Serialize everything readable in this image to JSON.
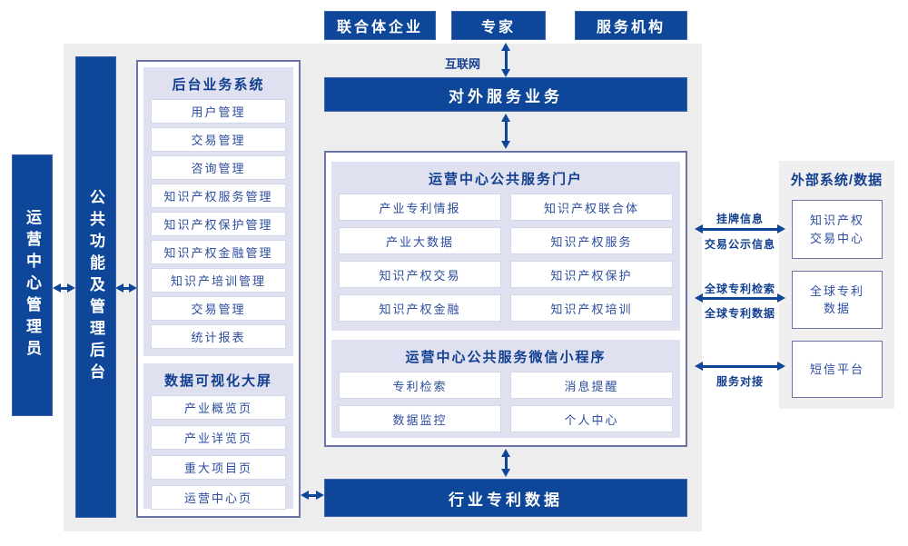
{
  "colors": {
    "primary_blue": "#0e4799",
    "panel_gray": "#ededee",
    "group_lavender": "#dfe1f0",
    "box_border": "#6b74a6",
    "text_blue": "#2d4d9f"
  },
  "top_actors": {
    "union_enterprise": "联合体企业",
    "expert": "专家",
    "service_org": "服务机构"
  },
  "network": {
    "internet_label": "互联网"
  },
  "bars": {
    "external_service": "对外服务业务",
    "industry_patent_data": "行业专利数据"
  },
  "left_rails": {
    "operator_admin": "运营中心管理员",
    "common_functions": "公共功能及管理后台"
  },
  "backend_panel": {
    "system": {
      "title": "后台业务系统",
      "items": [
        "用户管理",
        "交易管理",
        "咨询管理",
        "知识产权服务管理",
        "知识产权保护管理",
        "知识产权金融管理",
        "知识产培训管理",
        "交易管理",
        "统计报表"
      ]
    },
    "dashboard": {
      "title": "数据可视化大屏",
      "items": [
        "产业概览页",
        "产业详览页",
        "重大项目页",
        "运营中心页"
      ]
    }
  },
  "center_panel": {
    "portal": {
      "title": "运营中心公共服务门户",
      "items": [
        "产业专利情报",
        "知识产权联合体",
        "产业大数据",
        "知识产权服务",
        "知识产权交易",
        "知识产权保护",
        "知识产权金融",
        "知识产权培训"
      ]
    },
    "miniprogram": {
      "title": "运营中心公共服务微信小程序",
      "items": [
        "专利检索",
        "消息提醒",
        "数据监控",
        "个人中心"
      ]
    }
  },
  "external_panel": {
    "title": "外部系统/数据",
    "boxes": [
      "知识产权\n交易中心",
      "全球专利\n数据",
      "短信平台"
    ]
  },
  "link_labels": {
    "listing_info": "挂牌信息",
    "trade_publicity": "交易公示信息",
    "global_patent_search": "全球专利检索",
    "global_patent_data": "全球专利数据",
    "service_docking": "服务对接"
  }
}
